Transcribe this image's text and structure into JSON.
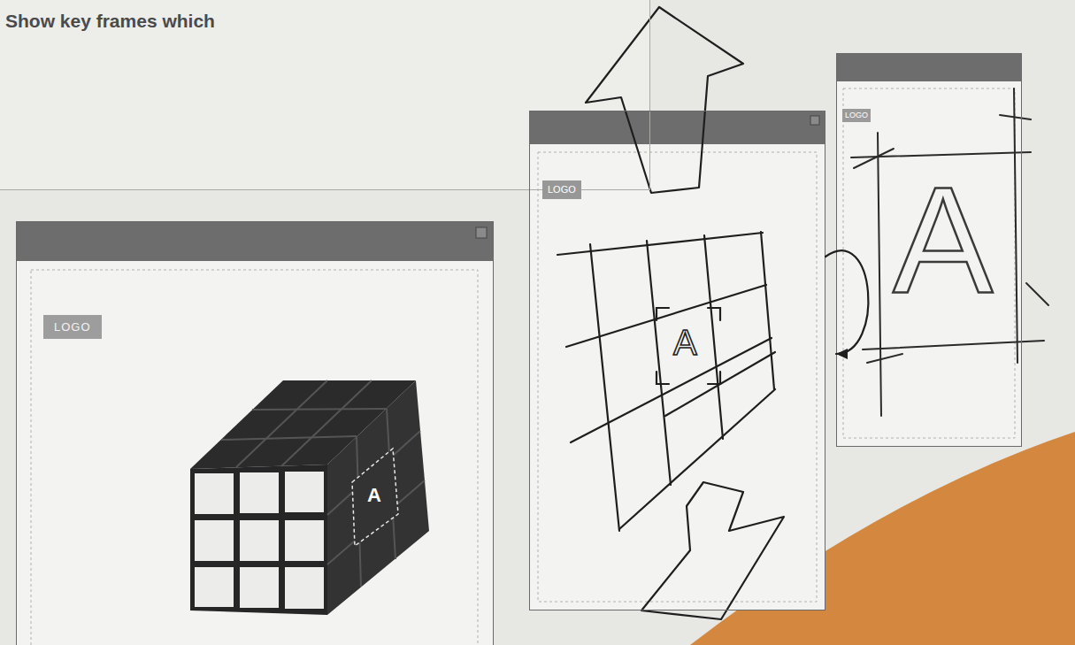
{
  "diagram": {
    "nodes": [
      {
        "text": [
          "Show key frames which"
        ]
      },
      {
        "text": [
          "LOGO",
          "A"
        ]
      },
      {
        "text": [
          "LOGO",
          "A"
        ]
      },
      {
        "text": [
          "LOGO",
          "A"
        ]
      }
    ],
    "edges": [
      {
        "from": 2,
        "to": 3,
        "arrow": "to"
      }
    ]
  }
}
